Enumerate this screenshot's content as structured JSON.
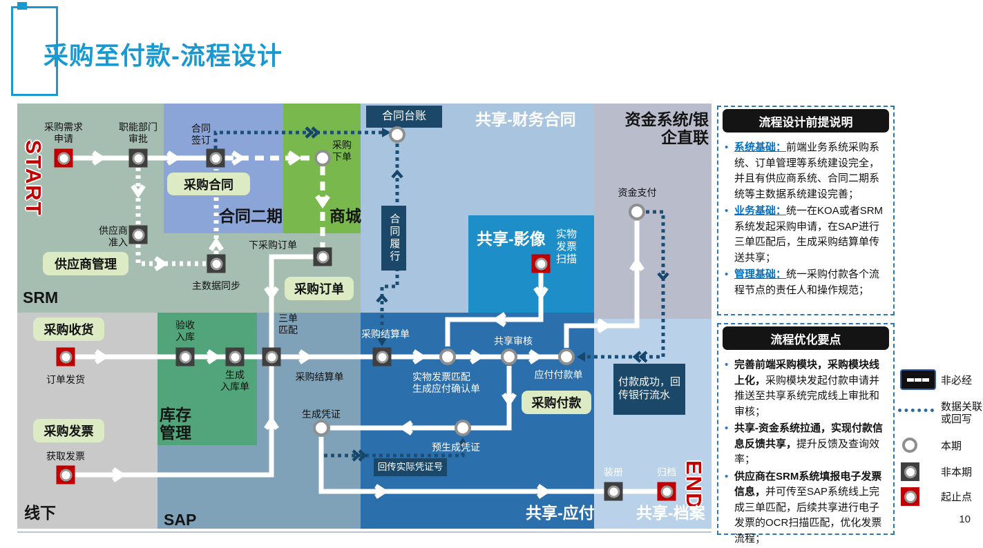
{
  "page": {
    "title": "采购至付款-流程设计",
    "page_number": "10"
  },
  "diagram": {
    "markers": {
      "start": "START",
      "end": "END"
    },
    "regions": {
      "srm": "SRM",
      "contract2": "合同二期",
      "mall": "商城",
      "shared_finance_contract": "共享-财务合同",
      "fund_system": "资金系统/银\n企直联",
      "shared_image": "共享-影像",
      "inventory": "库存\n管理",
      "offline": "线下",
      "sap": "SAP",
      "shared_payable": "共享-应付",
      "shared_archive": "共享-档案"
    },
    "nodes": {
      "req": "采购需求\n申请",
      "approve": "职能部门\n审批",
      "sign": "合同\n签订",
      "place_order": "采购\n下单",
      "supplier_entry": "供应商\n准入",
      "master_sync": "主数据同步",
      "sub_po": "下采购订单",
      "ship": "订单发货",
      "inspect": "验收\n入库",
      "warehouse_receipt": "生成\n入库单",
      "three_match": "三单\n匹配",
      "settle_sap": "采购结算单",
      "settle_shared": "采购结算单",
      "invoice_match": "实物发票匹配\n生成应付确认单",
      "shared_review": "共享审核",
      "payable_order": "应付付款单",
      "invoice_scan": "实物\n发票\n扫描",
      "fund_pay": "资金支付",
      "pre_voucher": "预生成凭证",
      "gen_voucher": "生成凭证",
      "get_invoice": "获取发票",
      "binding": "装册",
      "archive": "归档"
    },
    "pills": {
      "purchase_contract": "采购合同",
      "supplier_mgmt": "供应商管理",
      "purchase_order": "采购订单",
      "purchase_receipt": "采购收货",
      "purchase_invoice": "采购发票",
      "purchase_payment": "采购付款"
    },
    "boxes": {
      "contract_ledger": "合同台账",
      "contract_perform": "合同履行",
      "payment_success": "付款成功，回传银行流水",
      "return_voucher": "回传实际凭证号"
    }
  },
  "panel1": {
    "title": "流程设计前提说明",
    "bullets": [
      {
        "term": "系统基础：",
        "text": "前端业务系统采购系统、订单管理等系统建设完全，并且有供应商系统、合同二期系统等主数据系统建设完善；"
      },
      {
        "term": "业务基础：",
        "text": "统一在KOA或者SRM系统发起采购申请，在SAP进行三单匹配后，生成采购结算单传送共享；"
      },
      {
        "term": "管理基础：",
        "text": "统一采购付款各个流程节点的责任人和操作规范；"
      }
    ]
  },
  "panel2": {
    "title": "流程优化要点",
    "bullets": [
      {
        "lead": "完善前端采购模块，采购模块线上化，",
        "text": "采购模块发起付款申请并推送至共享系统完成线上审批和审核；"
      },
      {
        "lead": "共享-资金系统拉通，实现付款信息反馈共享，",
        "text": "提升反馈及查询效率；"
      },
      {
        "lead": "供应商在SRM系统填报电子发票信息，",
        "text": "并可传至SAP系统线上完成三单匹配，后续共享进行电子发票的OCR扫描匹配，优化发票流程；"
      }
    ]
  },
  "legend": {
    "items": [
      {
        "label": "非必经"
      },
      {
        "label": "数据关联\n或回写"
      },
      {
        "label": "本期"
      },
      {
        "label": "非本期"
      },
      {
        "label": "起止点"
      }
    ]
  }
}
